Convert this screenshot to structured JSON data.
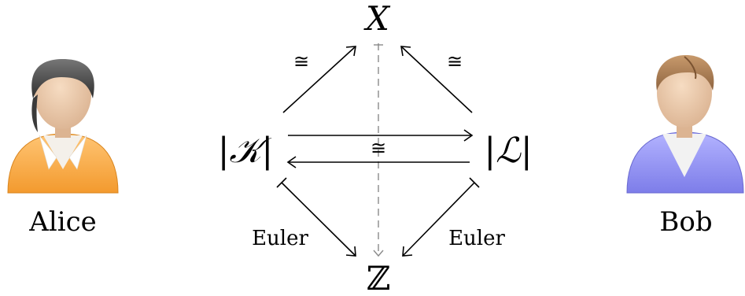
{
  "people": {
    "left": {
      "name": "Alice",
      "shirt": "#f7a53a",
      "hair": "#4a4a4a"
    },
    "right": {
      "name": "Bob",
      "shirt": "#8e8ef0",
      "hair": "#a8784c"
    }
  },
  "nodes": {
    "top": "X",
    "left": "|𝒦|",
    "right": "|ℒ|",
    "bottom": "ℤ"
  },
  "labels": {
    "iso_top_left": "≅",
    "iso_top_right": "≅",
    "iso_middle": "≅",
    "euler_left": "Euler",
    "euler_right": "Euler"
  },
  "colors": {
    "arrow": "#000000",
    "dashed": "#8a8a8a"
  }
}
